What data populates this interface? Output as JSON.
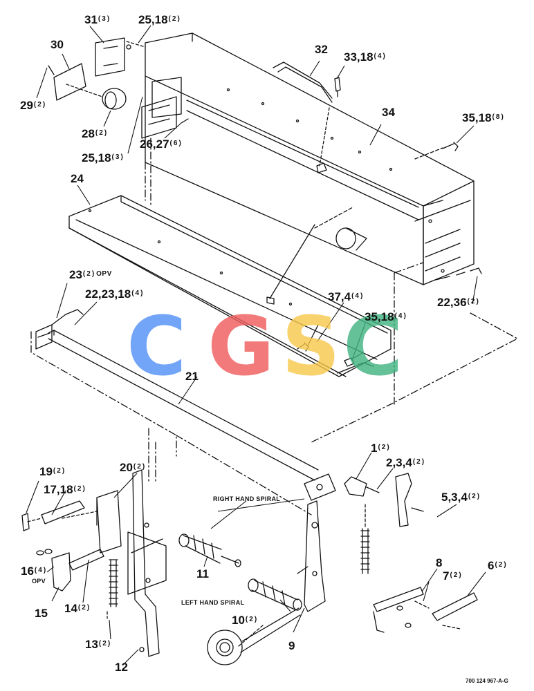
{
  "labels": {
    "l31": {
      "num": "31",
      "qty": "(3)"
    },
    "l25a": {
      "num": "25,18",
      "qty": "(2)"
    },
    "l30": {
      "num": "30",
      "qty": ""
    },
    "l29": {
      "num": "29",
      "qty": "(2)"
    },
    "l28": {
      "num": "28",
      "qty": "(2)"
    },
    "l25b": {
      "num": "25,18",
      "qty": "(3)"
    },
    "l26": {
      "num": "26,27",
      "qty": "(6)"
    },
    "l32": {
      "num": "32",
      "qty": ""
    },
    "l33": {
      "num": "33,18",
      "qty": "(4)"
    },
    "l34": {
      "num": "34",
      "qty": ""
    },
    "l35a": {
      "num": "35,18",
      "qty": "(8)"
    },
    "l24": {
      "num": "24",
      "qty": ""
    },
    "l23": {
      "num": "23",
      "qty": "(2)",
      "note": "OPV"
    },
    "l22a": {
      "num": "22,23,18",
      "qty": "(4)"
    },
    "l37": {
      "num": "37,4",
      "qty": "(4)"
    },
    "l35b": {
      "num": "35,18",
      "qty": "(4)"
    },
    "l22b": {
      "num": "22,36",
      "qty": "(2)"
    },
    "l21": {
      "num": "21",
      "qty": ""
    },
    "l1": {
      "num": "1",
      "qty": "(2)"
    },
    "l2": {
      "num": "2,3,4",
      "qty": "(2)"
    },
    "l5": {
      "num": "5,3,4",
      "qty": "(2)"
    },
    "l19": {
      "num": "19",
      "qty": "(2)"
    },
    "l20": {
      "num": "20",
      "qty": "(2)"
    },
    "l17": {
      "num": "17,18",
      "qty": "(2)"
    },
    "l16": {
      "num": "16",
      "qty": "(4)",
      "note": "OPV"
    },
    "l15": {
      "num": "15",
      "qty": ""
    },
    "l14": {
      "num": "14",
      "qty": "(2)"
    },
    "l13": {
      "num": "13",
      "qty": "(2)"
    },
    "l12": {
      "num": "12",
      "qty": ""
    },
    "l11": {
      "num": "11",
      "qty": ""
    },
    "l10": {
      "num": "10",
      "qty": "(2)"
    },
    "l9": {
      "num": "9",
      "qty": ""
    },
    "l8": {
      "num": "8",
      "qty": ""
    },
    "l7": {
      "num": "7",
      "qty": "(2)"
    },
    "l6": {
      "num": "6",
      "qty": "(2)"
    }
  },
  "notes": {
    "right_spiral": "RIGHT HAND SPIRAL",
    "left_spiral": "LEFT HAND SPIRAL"
  },
  "doc_number": "700 124 967-A-G",
  "watermark": {
    "letters": [
      "C",
      "G",
      "S",
      "C"
    ],
    "colors": [
      "#4f8ef7",
      "#f05a5a",
      "#f7c748",
      "#3fb27f"
    ]
  }
}
